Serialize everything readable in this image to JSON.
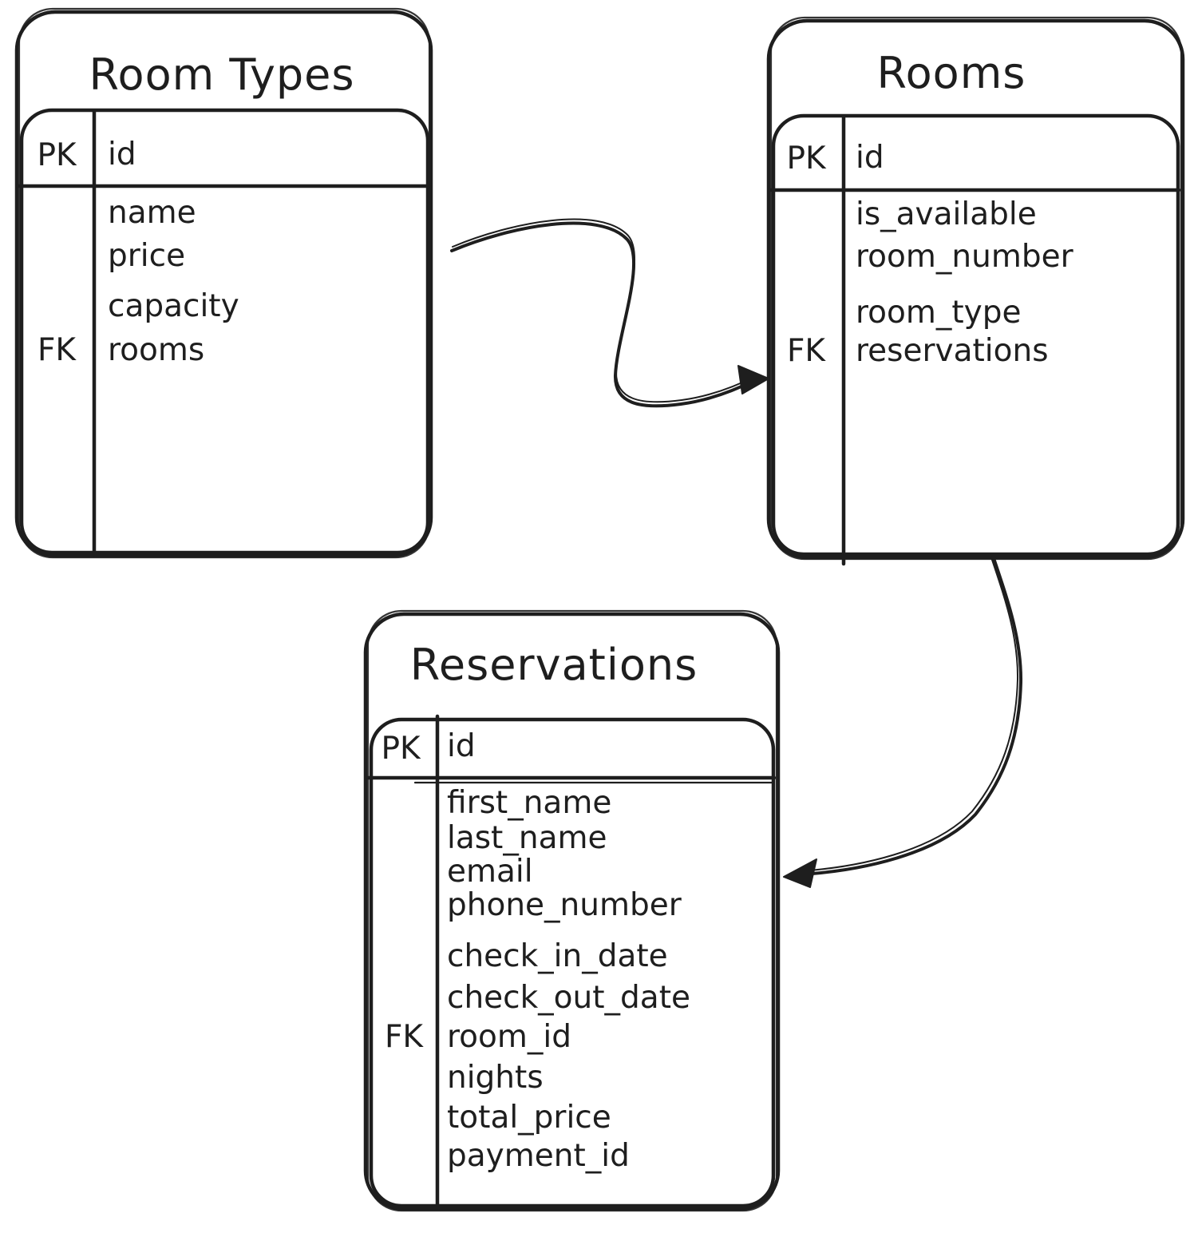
{
  "colors": {
    "stroke": "#1e1e1e",
    "background": "#ffffff"
  },
  "tables": [
    {
      "title": "Room Types",
      "pk_label": "PK",
      "pk_field": "id",
      "fk_label": "FK",
      "fk_field": "rooms",
      "fields": [
        "name",
        "price",
        "capacity",
        "rooms"
      ]
    },
    {
      "title": "Rooms",
      "pk_label": "PK",
      "pk_field": "id",
      "fk_label": "FK",
      "fk_field": "reservations",
      "fields": [
        "is_available",
        "room_number",
        "room_type",
        "reservations"
      ]
    },
    {
      "title": "Reservations",
      "pk_label": "PK",
      "pk_field": "id",
      "fk_label": "FK",
      "fk_field": "room_id",
      "fields": [
        "first_name",
        "last_name",
        "email",
        "phone_number",
        "check_in_date",
        "check_out_date",
        "room_id",
        "nights",
        "total_price",
        "payment_id"
      ]
    }
  ],
  "relations": [
    {
      "from": "Room Types",
      "to": "Rooms"
    },
    {
      "from": "Rooms",
      "to": "Reservations"
    }
  ]
}
